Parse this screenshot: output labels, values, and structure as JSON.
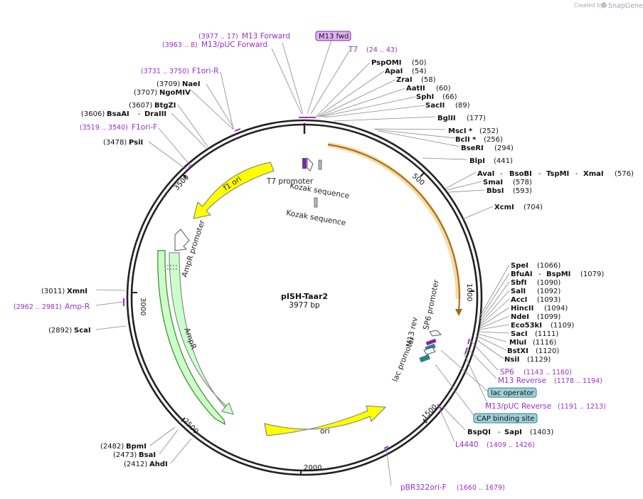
{
  "branding": {
    "created_by": "Created by",
    "app_name": "SnapGene"
  },
  "plasmid": {
    "name": "pISH-Taar2",
    "length_label": "3977 bp",
    "length_bp": 3977
  },
  "colors": {
    "primer": "#9b2fc9",
    "backbone": "#222222",
    "ori": "#ffff00",
    "amp": "#ccffcc",
    "orf": "#f5a623",
    "badge_purple": "#e3b2f2",
    "badge_teal": "#9fd0d8"
  },
  "ticks": [
    {
      "bp": 500,
      "label": "500"
    },
    {
      "bp": 1000,
      "label": "1000"
    },
    {
      "bp": 1500,
      "label": "1500"
    },
    {
      "bp": 2000,
      "label": "2000"
    },
    {
      "bp": 2500,
      "label": "2500"
    },
    {
      "bp": 3000,
      "label": "3000"
    },
    {
      "bp": 3500,
      "label": "3500"
    }
  ],
  "features": {
    "f1_ori": "f1 ori",
    "ori": "ori",
    "ampr": "AmpR",
    "ampr_promoter": "AmpR promoter",
    "t7_promoter": "T7 promoter",
    "kozak1": "Kozak sequence",
    "kozak2": "Kozak sequence",
    "sp6_promoter": "SP6 promoter",
    "m13_rev": "M13 rev",
    "lac_promoter": "lac promoter"
  },
  "badges": {
    "m13_fwd": "M13 fwd",
    "lac_operator": "lac operator",
    "cap_site": "CAP binding site"
  },
  "primers": {
    "m13_forward": {
      "range": "(3977 .. 17)",
      "name": "M13 Forward"
    },
    "m13_puc_forward": {
      "range": "(3963 .. 8)",
      "name": "M13/pUC Forward"
    },
    "t7": {
      "name": "T7",
      "range": "(24 .. 43)"
    },
    "f1ori_r": {
      "range": "(3731 .. 3750)",
      "name": "F1ori-R"
    },
    "f1ori_f": {
      "range": "(3519 .. 3540)",
      "name": "F1ori-F"
    },
    "amp_r": {
      "range": "(2962 .. 2981)",
      "name": "Amp-R"
    },
    "sp6": {
      "name": "SP6",
      "range": "(1143 .. 1160)"
    },
    "m13_reverse": {
      "name": "M13 Reverse",
      "range": "(1178 .. 1194)"
    },
    "m13_puc_reverse": {
      "name": "M13/pUC Reverse",
      "range": "(1191 .. 1213)"
    },
    "l4440": {
      "name": "L4440",
      "range": "(1409 .. 1426)"
    },
    "pbr322": {
      "name": "pBR322ori-F",
      "range": "(1660 .. 1679)"
    }
  },
  "sites_right": {
    "psp": {
      "name": "PspOMI",
      "pos": "(50)"
    },
    "apa": {
      "name": "ApaI",
      "pos": "(54)"
    },
    "zra": {
      "name": "ZraI",
      "pos": "(58)"
    },
    "aat": {
      "name": "AatII",
      "pos": "(60)"
    },
    "sph": {
      "name": "SphI",
      "pos": "(66)"
    },
    "sac2": {
      "name": "SacII",
      "pos": "(89)"
    },
    "bgl": {
      "name": "BglII",
      "pos": "(177)"
    },
    "msc": {
      "name": "MscI *",
      "pos": "(252)"
    },
    "bcl": {
      "name": "BclI *",
      "pos": "(256)"
    },
    "bse": {
      "name": "BseRI",
      "pos": "(294)"
    },
    "blp": {
      "name": "BlpI",
      "pos": "(441)"
    },
    "ava_a": "AvaI",
    "ava_b": "BsoBI",
    "ava_c": "TspMI",
    "ava_d": "XmaI",
    "ava_pos": "(576)",
    "sma": {
      "name": "SmaI",
      "pos": "(578)"
    },
    "bbs": {
      "name": "BbsI",
      "pos": "(593)"
    },
    "xcm": {
      "name": "XcmI",
      "pos": "(704)"
    },
    "spe": {
      "name": "SpeI",
      "pos": "(1066)"
    },
    "bfu_a": "BfuAI",
    "bfu_b": "BspMI",
    "bfu_pos": "(1079)",
    "sbf": {
      "name": "SbfI",
      "pos": "(1090)"
    },
    "sal": {
      "name": "SalI",
      "pos": "(1092)"
    },
    "acc": {
      "name": "AccI",
      "pos": "(1093)"
    },
    "hinc": {
      "name": "HincII",
      "pos": "(1094)"
    },
    "nde": {
      "name": "NdeI",
      "pos": "(1099)"
    },
    "eco": {
      "name": "Eco53kI",
      "pos": "(1109)"
    },
    "sac1": {
      "name": "SacI",
      "pos": "(1111)"
    },
    "mlu": {
      "name": "MluI",
      "pos": "(1116)"
    },
    "bst": {
      "name": "BstXI",
      "pos": "(1120)"
    },
    "nsi": {
      "name": "NsiI",
      "pos": "(1129)"
    },
    "bsp_a": "BspQI",
    "bsp_b": "SapI",
    "bsp_pos": "(1403)"
  },
  "sites_left": {
    "nae": {
      "pos": "(3709)",
      "name": "NaeI"
    },
    "ngo": {
      "pos": "(3707)",
      "name": "NgoMIV"
    },
    "btg": {
      "pos": "(3607)",
      "name": "BtgZI"
    },
    "bsaa_pos": "(3606)",
    "bsaa_a": "BsaAI",
    "bsaa_b": "DraIII",
    "psi": {
      "pos": "(3478)",
      "name": "PsiI"
    },
    "xmn": {
      "pos": "(3011)",
      "name": "XmnI"
    },
    "sca": {
      "pos": "(2892)",
      "name": "ScaI"
    },
    "bpm": {
      "pos": "(2482)",
      "name": "BpmI"
    },
    "bsa": {
      "pos": "(2473)",
      "name": "BsaI"
    },
    "ahd": {
      "pos": "(2412)",
      "name": "AhdI"
    }
  }
}
